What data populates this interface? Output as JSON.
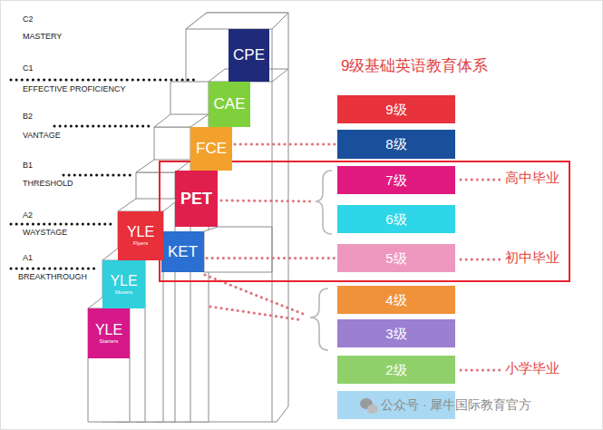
{
  "diagram": {
    "title": "9级基础英语教育体系",
    "nodes": [
      {
        "text": [
          "CPE"
        ]
      },
      {
        "text": [
          "CAE"
        ]
      },
      {
        "text": [
          "FCE"
        ]
      },
      {
        "text": [
          "PET"
        ]
      },
      {
        "text": [
          "KET"
        ]
      },
      {
        "text": [
          "YLE",
          "Flyers"
        ]
      },
      {
        "text": [
          "YLE",
          "Movers"
        ]
      },
      {
        "text": [
          "YLE",
          "Starters"
        ]
      },
      {
        "text": [
          "9级"
        ]
      },
      {
        "text": [
          "8级"
        ]
      },
      {
        "text": [
          "7级"
        ]
      },
      {
        "text": [
          "6级"
        ]
      },
      {
        "text": [
          "5级"
        ]
      },
      {
        "text": [
          "4级"
        ]
      },
      {
        "text": [
          "3级"
        ]
      },
      {
        "text": [
          "2级"
        ]
      }
    ],
    "edges": [
      {
        "from": 2,
        "to": 9,
        "arrow": "none"
      },
      {
        "from": 4,
        "to": 12,
        "arrow": "none"
      }
    ],
    "labels": [
      "C2",
      "MASTERY",
      "C1",
      "EFFECTIVE PROFICIENCY",
      "B2",
      "VANTAGE",
      "B1",
      "THRESHOLD",
      "A2",
      "WAYSTAGE",
      "A1",
      "BREAKTHROUGH",
      "高中毕业",
      "初中毕业",
      "小学毕业",
      "公众号 · 犀牛国际教育官方"
    ]
  }
}
